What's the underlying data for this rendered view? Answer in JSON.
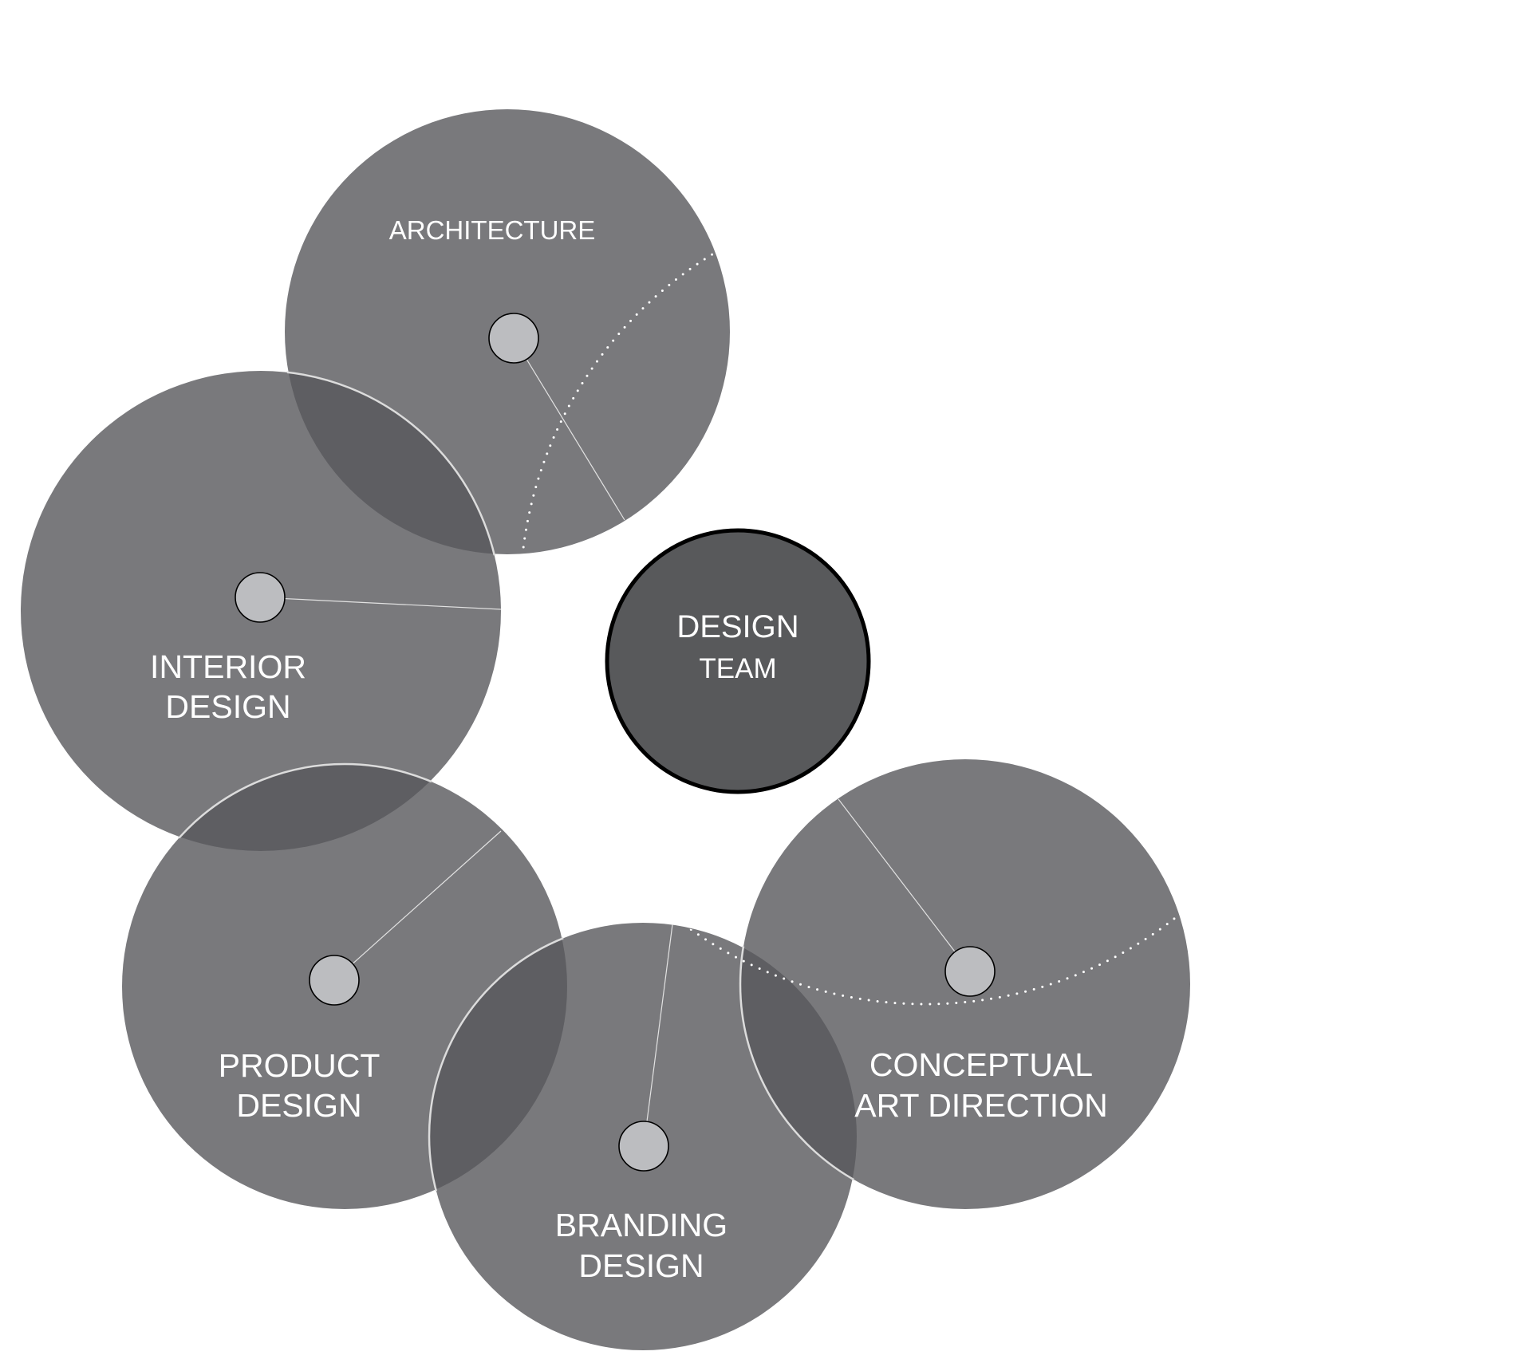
{
  "diagram": {
    "title": "DESIGN TEAM",
    "hub": {
      "line1": "DESIGN",
      "line2": "TEAM"
    },
    "disciplines": [
      {
        "id": "architecture",
        "lines": [
          "ARCHITECTURE"
        ]
      },
      {
        "id": "interior-design",
        "lines": [
          "INTERIOR",
          "DESIGN"
        ]
      },
      {
        "id": "product-design",
        "lines": [
          "PRODUCT",
          "DESIGN"
        ]
      },
      {
        "id": "branding-design",
        "lines": [
          "BRANDING",
          "DESIGN"
        ]
      },
      {
        "id": "conceptual-art-direction",
        "lines": [
          "CONCEPTUAL",
          "ART DIRECTION"
        ]
      }
    ]
  },
  "colors": {
    "background": "#ffffff",
    "discipline_fill": "#797a7c",
    "overlap_fill": "#5e5f61",
    "hub_fill": "#58595b",
    "hub_outline": "#000000",
    "node_fill": "#bcbdc0",
    "label_text": "#ffffff",
    "dotted_orbit": "#ffffff"
  }
}
